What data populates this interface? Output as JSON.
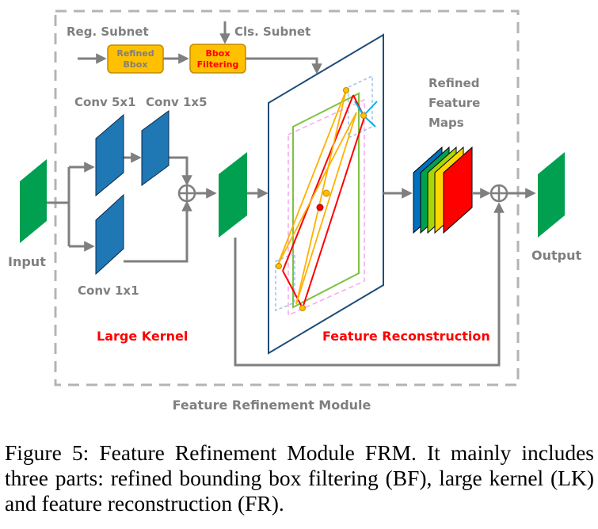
{
  "module_title": "Feature Refinement Module",
  "inputs": {
    "reg_subnet": "Reg. Subnet",
    "cls_subnet": "Cls. Subnet"
  },
  "boxes": {
    "refined_bbox": [
      "Refined",
      "Bbox"
    ],
    "bbox_filtering": [
      "Bbox",
      "Filtering"
    ]
  },
  "large_kernel": {
    "title": "Large Kernel",
    "conv_5x1": "Conv 5x1",
    "conv_1x5": "Conv 1x5",
    "conv_1x1": "Conv 1x1"
  },
  "feature_reconstruction": {
    "title": "Feature Reconstruction",
    "refined_feature_maps": [
      "Refined",
      "Feature",
      "Maps"
    ]
  },
  "io": {
    "input": "Input",
    "output": "Output"
  },
  "colors": {
    "dashed_border": "#b4b4b4",
    "arrow": "#7f7f7f",
    "green_map": "#00a050",
    "blue_map": "#0070c0",
    "orange_box": "#ffc000",
    "red_text": "#ff0000",
    "gray_text": "#7f7f7f"
  },
  "caption": "Figure 5: Feature Refinement Module FRM. It mainly includes three parts: refined bounding box filtering (BF), large kernel (LK) and feature reconstruction (FR)."
}
